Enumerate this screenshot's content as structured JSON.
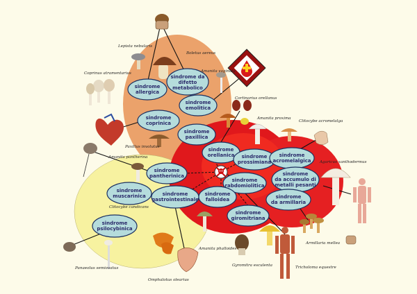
{
  "syndromes": {
    "allergica": [
      "sindrome",
      "allergica"
    ],
    "difetto": [
      "sindrome da",
      "difetto",
      "metabolico"
    ],
    "emolitica": [
      "sindrome",
      "emolitica"
    ],
    "coprinica": [
      "sindrome",
      "coprinica"
    ],
    "paxillica": [
      "sindrome",
      "paxillica"
    ],
    "orellanica": [
      "sindrome",
      "orellanica"
    ],
    "prossimiana": [
      "sindrome",
      "prossimiana"
    ],
    "acromelalgica": [
      "sindrome",
      "acromelalgica"
    ],
    "pantherinica": [
      "sindrome",
      "pantherinica"
    ],
    "muscarinica": [
      "sindrome",
      "muscarinica"
    ],
    "gastrointestinale": [
      "sindrome",
      "gastrointestinale"
    ],
    "rabdomiolitica": [
      "sindrome",
      "rabdomiolitica"
    ],
    "accumulo": [
      "sindrome",
      "da accumulo di",
      "metalli pesanti"
    ],
    "falloidea": [
      "sindrome",
      "falloidea"
    ],
    "giromitriana": [
      "sindrome",
      "giromitriana"
    ],
    "armillarica": [
      "sindrome",
      "da armillaria"
    ],
    "psilocybinica": [
      "sindrome",
      "psilocybinica"
    ]
  },
  "labels": {
    "lepista": "Lepista nebularis",
    "boletus": "Boletus aereus",
    "coprinus": "Coprinus atramentarius",
    "amanita_vaginata": "Amanita vaginata",
    "cortinarius": "Cortinarius orellanus",
    "amanita_proxima": "Amanita proxima",
    "clitocybe_acromelalga": "Clitocybe acromelalga",
    "paxillus": "Paxillus involutus",
    "amanita_pantherina": "Amanita pantherina",
    "agaricus": "Agaricus xanthodermus",
    "clitocybe_candicans": "Clitocybe candicans",
    "armillaria": "Armillaria mellea",
    "amanita_phalloides": "Amanita phalloides",
    "gyromitra": "Gyromitra esculenta",
    "tricholoma": "Tricholoma equestre",
    "panaeolus": "Panaeolus semiovatus",
    "omphalotus": "Omphalotus olearius"
  },
  "colors": {
    "background": "#fdfbe9",
    "orange_zone": "#eba26b",
    "red_zone": "#e0181c",
    "red_zone_core": "#f02a20",
    "yellow_zone": "#f7f2a0",
    "syndrome_fill": "#b5dcdc",
    "syndrome_stroke": "#1c3060",
    "connector": "#111111",
    "skull_red": "#cc1010"
  },
  "icons": {
    "center": "skull-crossbones-icon",
    "blood_sign": "red-cross-blood-drop-icon"
  }
}
